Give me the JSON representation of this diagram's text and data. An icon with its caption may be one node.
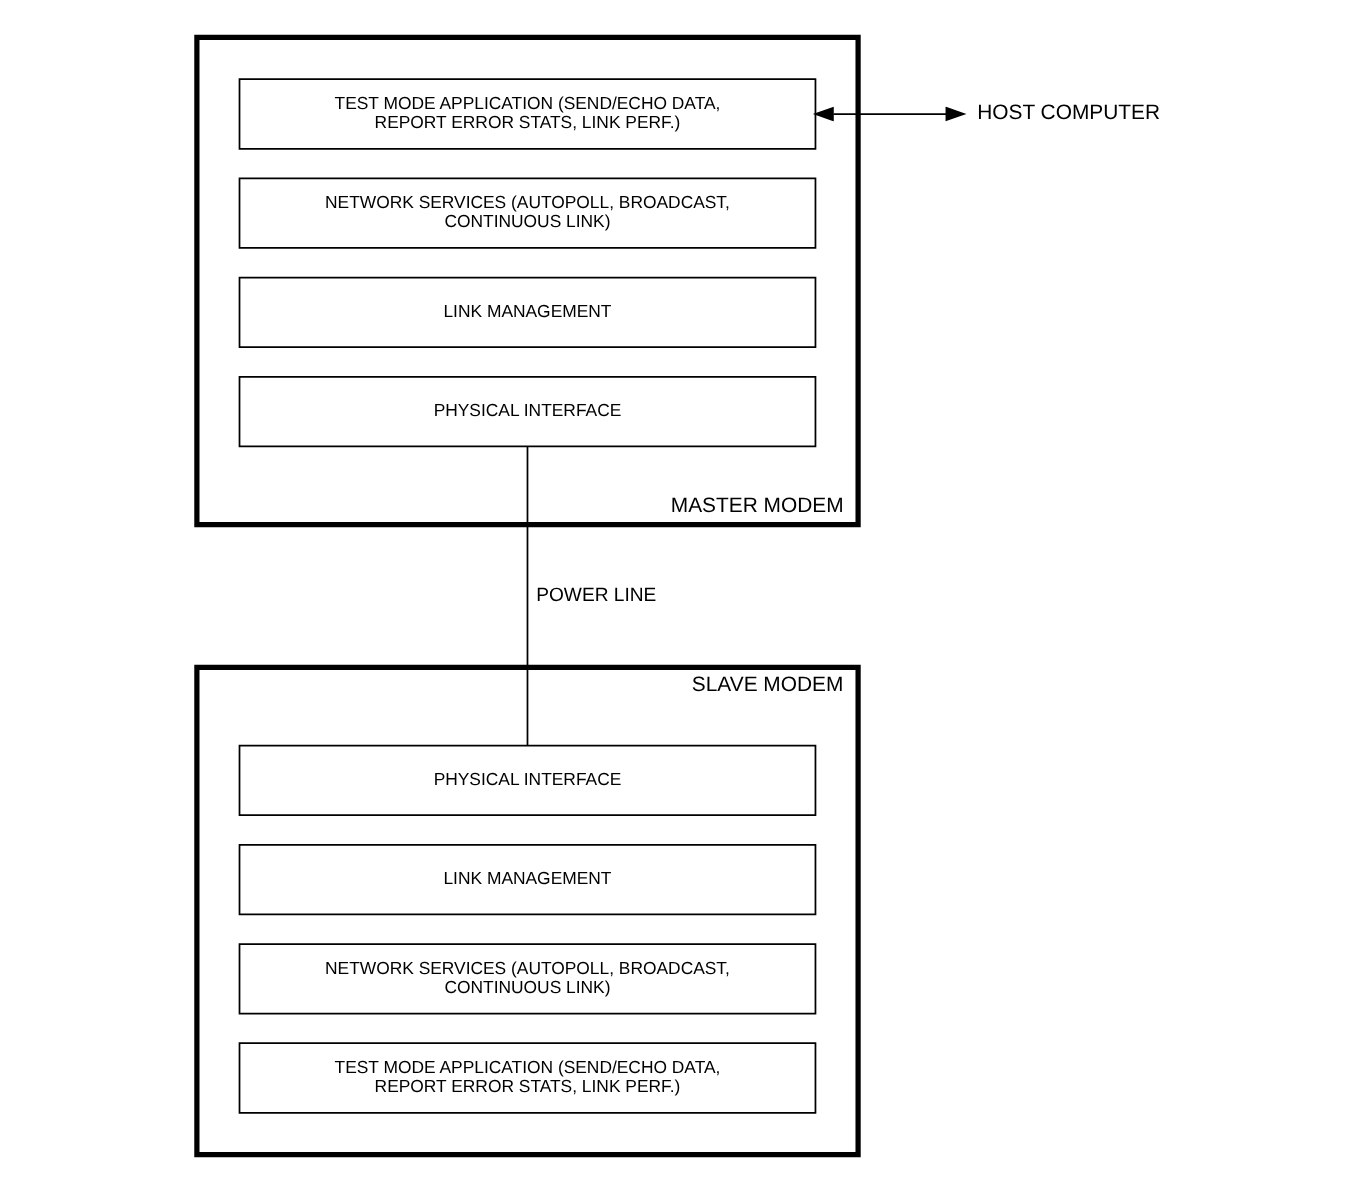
{
  "diagram": {
    "nodes": [
      {
        "text": [
          "MASTER MODEM"
        ]
      },
      {
        "text": [
          "TEST MODE APPLICATION (SEND/ECHO DATA, REPORT ERROR STATS, LINK PERF.)"
        ],
        "in": 0
      },
      {
        "text": [
          "NETWORK SERVICES (AUTOPOLL, BROADCAST, CONTINUOUS LINK)"
        ],
        "in": 0
      },
      {
        "text": [
          "LINK MANAGEMENT"
        ],
        "in": 0
      },
      {
        "text": [
          "PHYSICAL INTERFACE"
        ],
        "in": 0
      },
      {
        "text": [
          "HOST COMPUTER"
        ]
      },
      {
        "text": [
          "SLAVE MODEM"
        ]
      },
      {
        "text": [
          "PHYSICAL INTERFACE"
        ],
        "in": 6
      },
      {
        "text": [
          "LINK MANAGEMENT"
        ],
        "in": 6
      },
      {
        "text": [
          "NETWORK SERVICES (AUTOPOLL, BROADCAST, CONTINUOUS LINK)"
        ],
        "in": 6
      },
      {
        "text": [
          "TEST MODE APPLICATION (SEND/ECHO DATA, REPORT ERROR STATS, LINK PERF.)"
        ],
        "in": 6
      }
    ],
    "edges": [
      {
        "from": 1,
        "to": 5,
        "arrow": "both"
      },
      {
        "from": 4,
        "to": 7,
        "arrow": "none",
        "label": "POWER LINE"
      }
    ]
  }
}
